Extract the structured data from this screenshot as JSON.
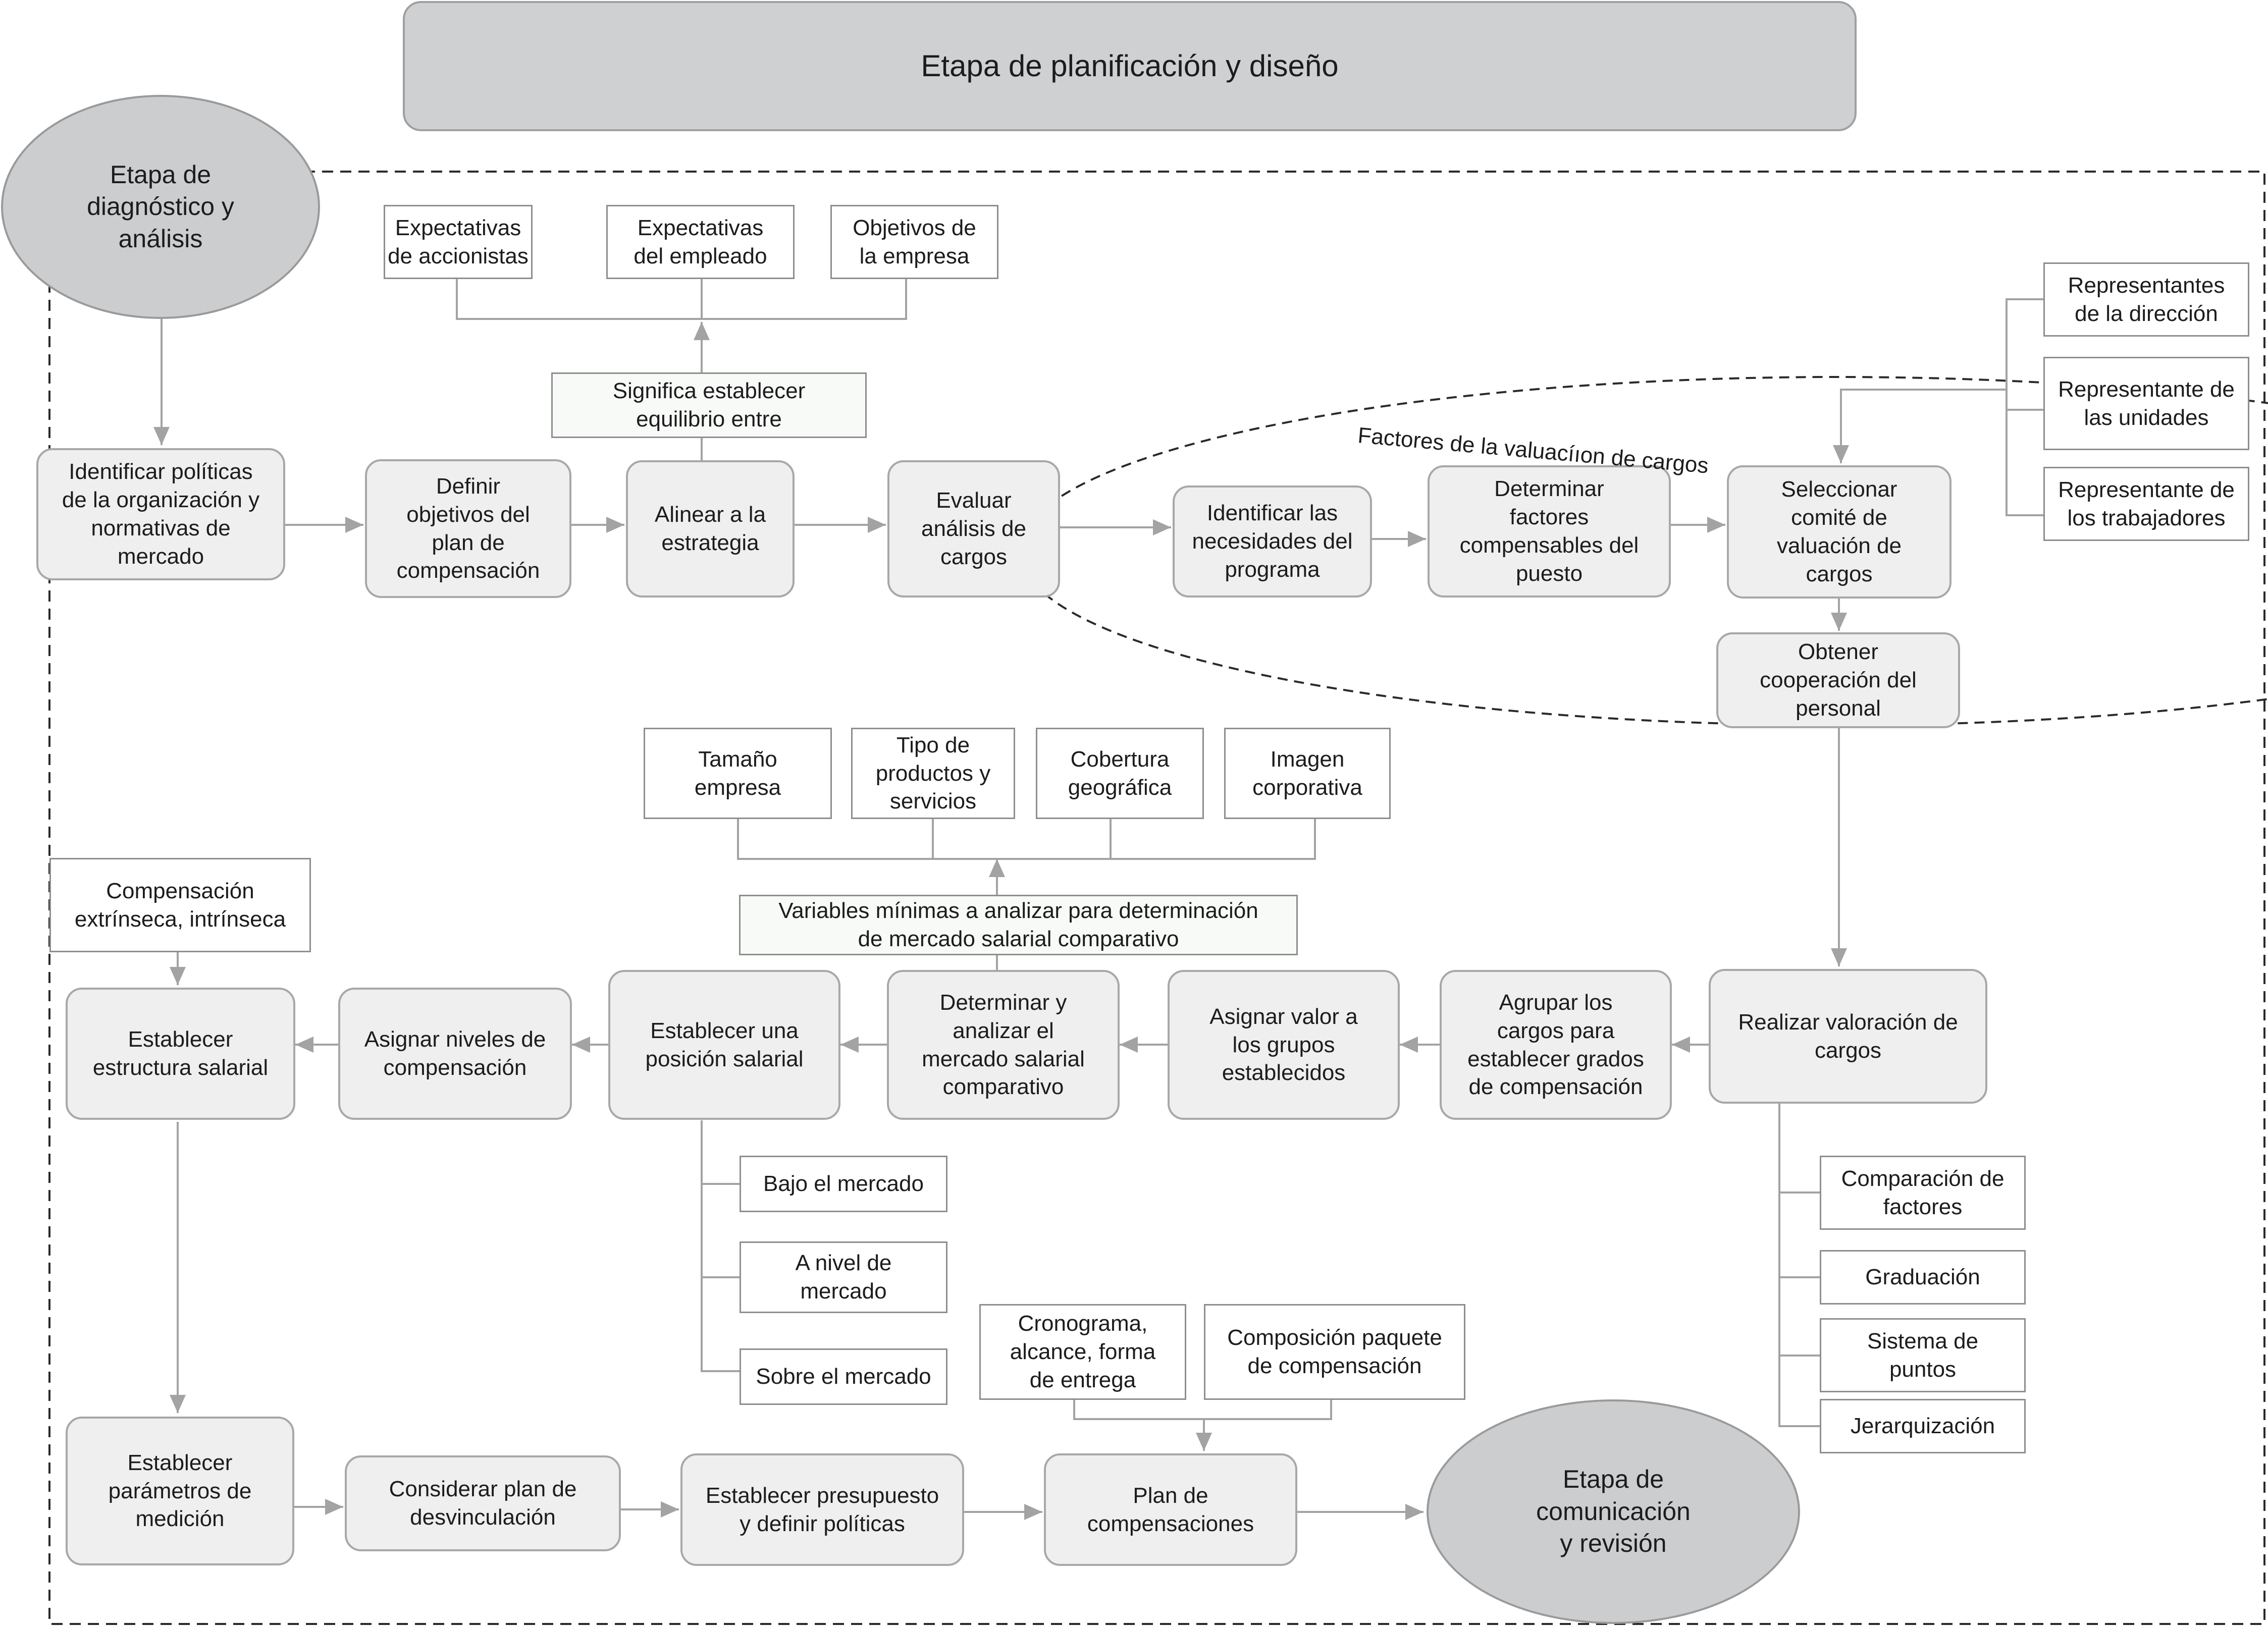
{
  "banner": {
    "title": "Etapa de planificación y diseño"
  },
  "ovals": {
    "diagnostico": "Etapa de\ndiagnóstico y\nanálisis",
    "comunicacion": "Etapa de\ncomunicación\ny revisión"
  },
  "row1": {
    "identificar_politicas": "Identificar políticas\nde la organización y\nnormativas de\nmercado",
    "definir_objetivos": "Definir\nobjetivos del\nplan de\ncompensación",
    "alinear": "Alinear a la\nestrategia",
    "evaluar": "Evaluar\nanálisis de\ncargos",
    "identificar_necesidades": "Identificar las\nnecesidades del\nprograma",
    "determinar_factores": "Determinar\nfactores\ncompensables del\npuesto",
    "seleccionar_comite": "Seleccionar\ncomité de\nvaluación de\ncargos",
    "obtener_cooperacion": "Obtener\ncooperación del\npersonal"
  },
  "equilibrio": {
    "note": "Significa establecer\nequilibrio entre",
    "items": [
      "Expectativas\nde accionistas",
      "Expectativas\ndel empleado",
      "Objetivos de\nla empresa"
    ]
  },
  "ellipse_label": "Factores de la valuacíıon de cargos",
  "comite_members": [
    "Representantes\nde la dirección",
    "Representante de\nlas unidades",
    "Representante de\nlos trabajadores"
  ],
  "row2": {
    "realizar_valoracion": "Realizar valoración de\ncargos",
    "agrupar": "Agrupar los\ncargos para\nestablecer grados\nde compensación",
    "asignar_valor": "Asignar valor a\nlos grupos\nestablecidos",
    "determinar_mercado": "Determinar  y\nanalizar el\nmercado salarial\ncomparativo",
    "establecer_posicion": "Establecer una\nposición salarial",
    "asignar_niveles": "Asignar niveles de\ncompensación",
    "establecer_estructura": "Establecer\nestructura salarial"
  },
  "variables": {
    "note": "Variables mínimas a analizar para determinación\nde mercado salarial comparativo",
    "items": [
      "Tamaño\nempresa",
      "Tipo de\nproductos y\nservicios",
      "Cobertura\ngeográfica",
      "Imagen\ncorporativa"
    ]
  },
  "compensacion_tipo": "Compensación\nextrínseca, intrínseca",
  "posiciones": [
    "Bajo el  mercado",
    "A nivel de\nmercado",
    "Sobre el mercado"
  ],
  "metodos": [
    "Comparación de\nfactores",
    "Graduación",
    "Sistema de\npuntos",
    "Jerarquización"
  ],
  "row3": {
    "parametros": "Establecer\nparámetros de\nmedición",
    "desvinculacion": "Considerar plan de\ndesvinculación",
    "presupuesto": "Establecer presupuesto\ny definir políticas",
    "plan": "Plan de\ncompensaciones"
  },
  "plan_inputs": [
    "Cronograma,\nalcance, forma\nde entrega",
    "Composición paquete\nde compensación"
  ]
}
